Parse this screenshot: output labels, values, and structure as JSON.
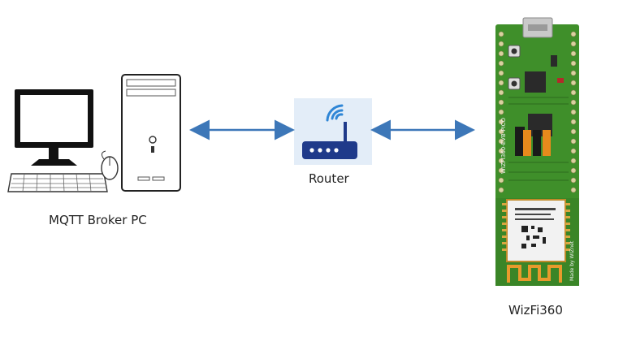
{
  "nodes": {
    "pc": {
      "label": "MQTT Broker PC",
      "icon": "desktop-computer-icon"
    },
    "router": {
      "label": "Router",
      "icon": "wifi-router-icon"
    },
    "board": {
      "label": "WizFi360",
      "icon": "wizfi360-board-icon",
      "silkscreen_board": "WIZFI360-EVB-PICO",
      "silkscreen_maker": "Made by WIZnet"
    }
  },
  "links": [
    {
      "from": "pc",
      "to": "router",
      "bidirectional": true
    },
    {
      "from": "router",
      "to": "board",
      "bidirectional": true
    }
  ],
  "colors": {
    "arrow": "#3d77b8",
    "router_bg": "#e3edf8",
    "router_body": "#1f3a8a",
    "wifi": "#2f86d6",
    "pcb": "#3f8f2a",
    "pcb_dark": "#2d6b1e",
    "antenna": "#e89a2c"
  }
}
